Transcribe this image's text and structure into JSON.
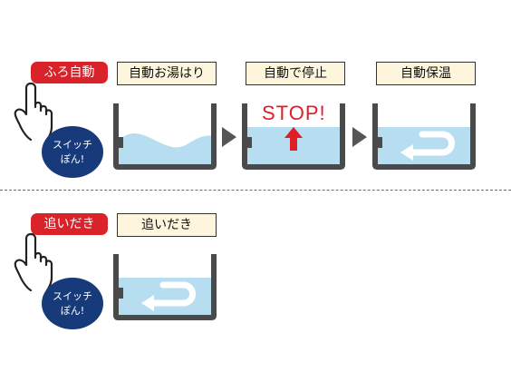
{
  "furo_jido": {
    "button_label": "ふろ自動",
    "switch_line1": "スイッチ",
    "switch_line2": "ぽん!",
    "steps": [
      {
        "label": "自動お湯はり"
      },
      {
        "label": "自動で停止",
        "stop_text": "STOP!"
      },
      {
        "label": "自動保温"
      }
    ]
  },
  "oidaki": {
    "button_label": "追いだき",
    "switch_line1": "スイッチ",
    "switch_line2": "ぽん!",
    "steps": [
      {
        "label": "追いだき"
      }
    ]
  },
  "colors": {
    "button_red": "#d9222a",
    "label_bg": "#fdf6dc",
    "switch_navy": "#173b7a",
    "water": "#b7ddf0",
    "tub_gray": "#4a4a4a"
  }
}
